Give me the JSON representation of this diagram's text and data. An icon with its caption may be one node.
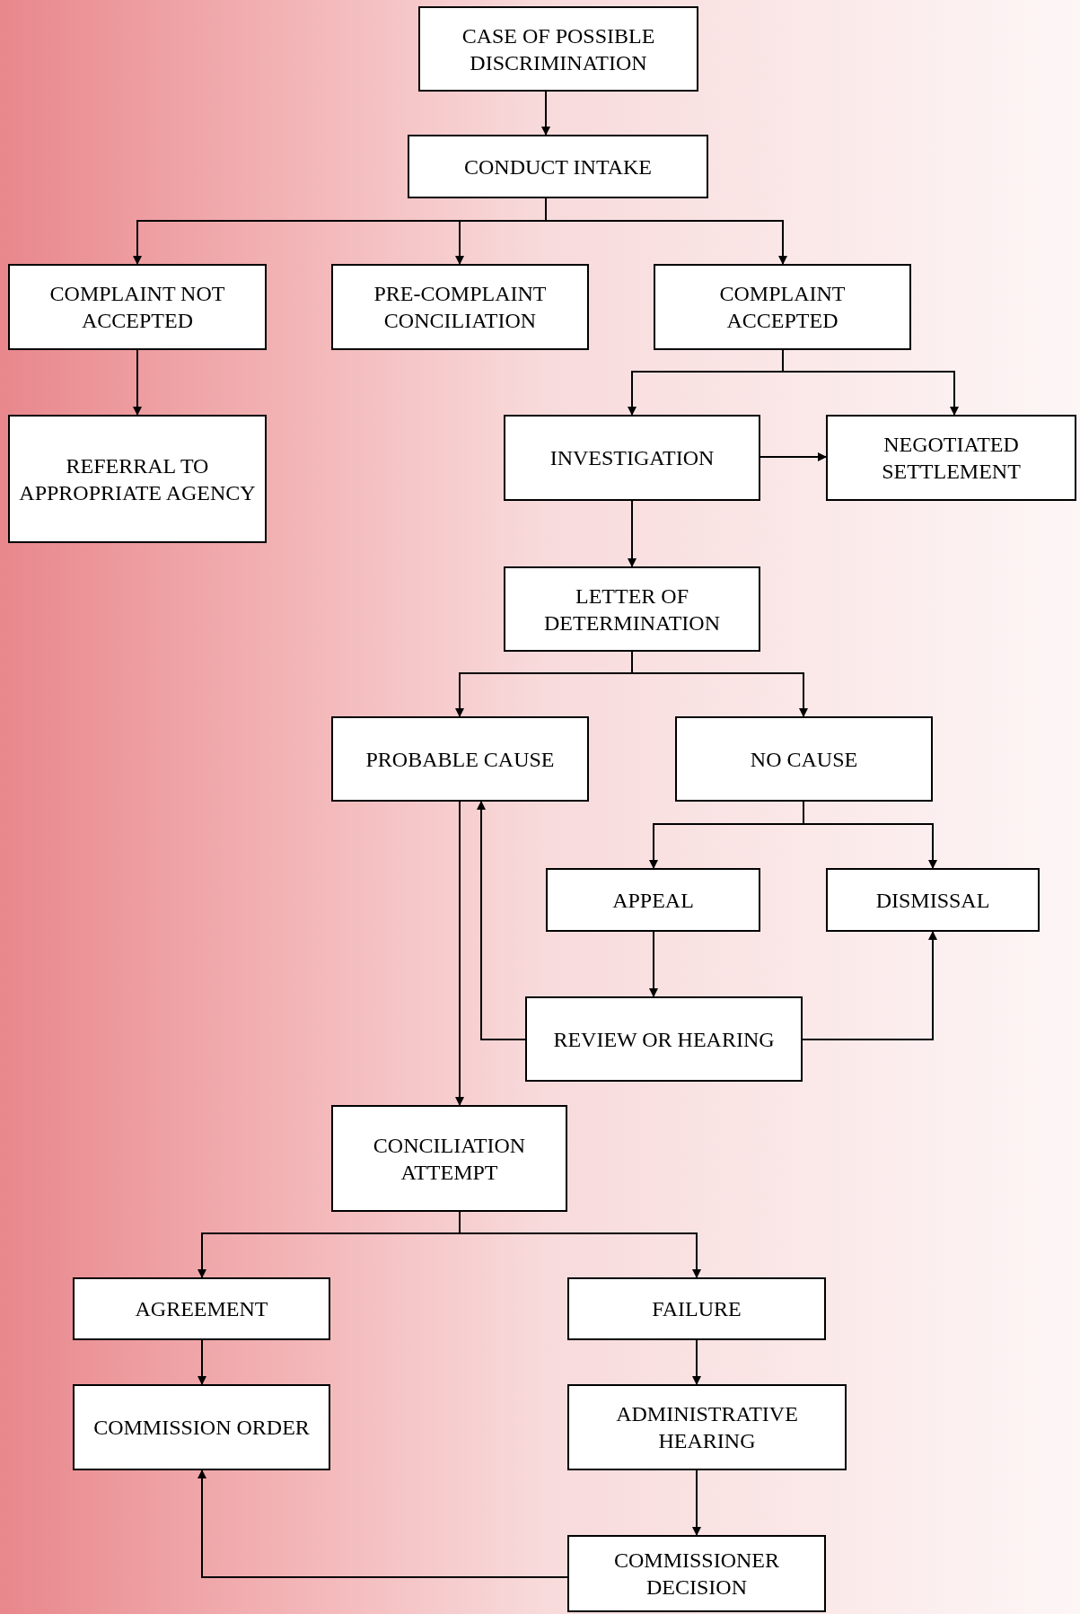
{
  "diagram": {
    "nodes": [
      {
        "text": [
          "CASE OF POSSIBLE DISCRIMINATION"
        ]
      },
      {
        "text": [
          "CONDUCT INTAKE"
        ]
      },
      {
        "text": [
          "COMPLAINT NOT ACCEPTED"
        ]
      },
      {
        "text": [
          "PRE-COMPLAINT CONCILIATION"
        ]
      },
      {
        "text": [
          "COMPLAINT ACCEPTED"
        ]
      },
      {
        "text": [
          "REFERRAL TO APPROPRIATE AGENCY"
        ]
      },
      {
        "text": [
          "INVESTIGATION"
        ]
      },
      {
        "text": [
          "NEGOTIATED SETTLEMENT"
        ]
      },
      {
        "text": [
          "LETTER OF DETERMINATION"
        ]
      },
      {
        "text": [
          "PROBABLE CAUSE"
        ]
      },
      {
        "text": [
          "NO CAUSE"
        ]
      },
      {
        "text": [
          "APPEAL"
        ]
      },
      {
        "text": [
          "DISMISSAL"
        ]
      },
      {
        "text": [
          "REVIEW OR HEARING"
        ]
      },
      {
        "text": [
          "CONCILIATION ATTEMPT"
        ]
      },
      {
        "text": [
          "AGREEMENT"
        ]
      },
      {
        "text": [
          "FAILURE"
        ]
      },
      {
        "text": [
          "COMMISSION ORDER"
        ]
      },
      {
        "text": [
          "ADMINISTRATIVE HEARING"
        ]
      },
      {
        "text": [
          "COMMISSIONER DECISION"
        ]
      }
    ],
    "edges": [
      {
        "from": 0,
        "to": 1,
        "arrow": "to"
      },
      {
        "from": 1,
        "to": 2,
        "arrow": "to"
      },
      {
        "from": 1,
        "to": 3,
        "arrow": "to"
      },
      {
        "from": 1,
        "to": 4,
        "arrow": "to"
      },
      {
        "from": 2,
        "to": 5,
        "arrow": "to"
      },
      {
        "from": 4,
        "to": 6,
        "arrow": "to"
      },
      {
        "from": 4,
        "to": 7,
        "arrow": "to"
      },
      {
        "from": 6,
        "to": 7,
        "arrow": "to"
      },
      {
        "from": 6,
        "to": 8,
        "arrow": "to"
      },
      {
        "from": 8,
        "to": 9,
        "arrow": "to"
      },
      {
        "from": 8,
        "to": 10,
        "arrow": "to"
      },
      {
        "from": 10,
        "to": 11,
        "arrow": "to"
      },
      {
        "from": 10,
        "to": 12,
        "arrow": "to"
      },
      {
        "from": 11,
        "to": 13,
        "arrow": "to"
      },
      {
        "from": 13,
        "to": 9,
        "arrow": "to"
      },
      {
        "from": 13,
        "to": 12,
        "arrow": "to"
      },
      {
        "from": 9,
        "to": 14,
        "arrow": "to"
      },
      {
        "from": 14,
        "to": 15,
        "arrow": "to"
      },
      {
        "from": 14,
        "to": 16,
        "arrow": "to"
      },
      {
        "from": 15,
        "to": 17,
        "arrow": "to"
      },
      {
        "from": 16,
        "to": 18,
        "arrow": "to"
      },
      {
        "from": 18,
        "to": 19,
        "arrow": "to"
      },
      {
        "from": 19,
        "to": 17,
        "arrow": "to"
      }
    ]
  }
}
